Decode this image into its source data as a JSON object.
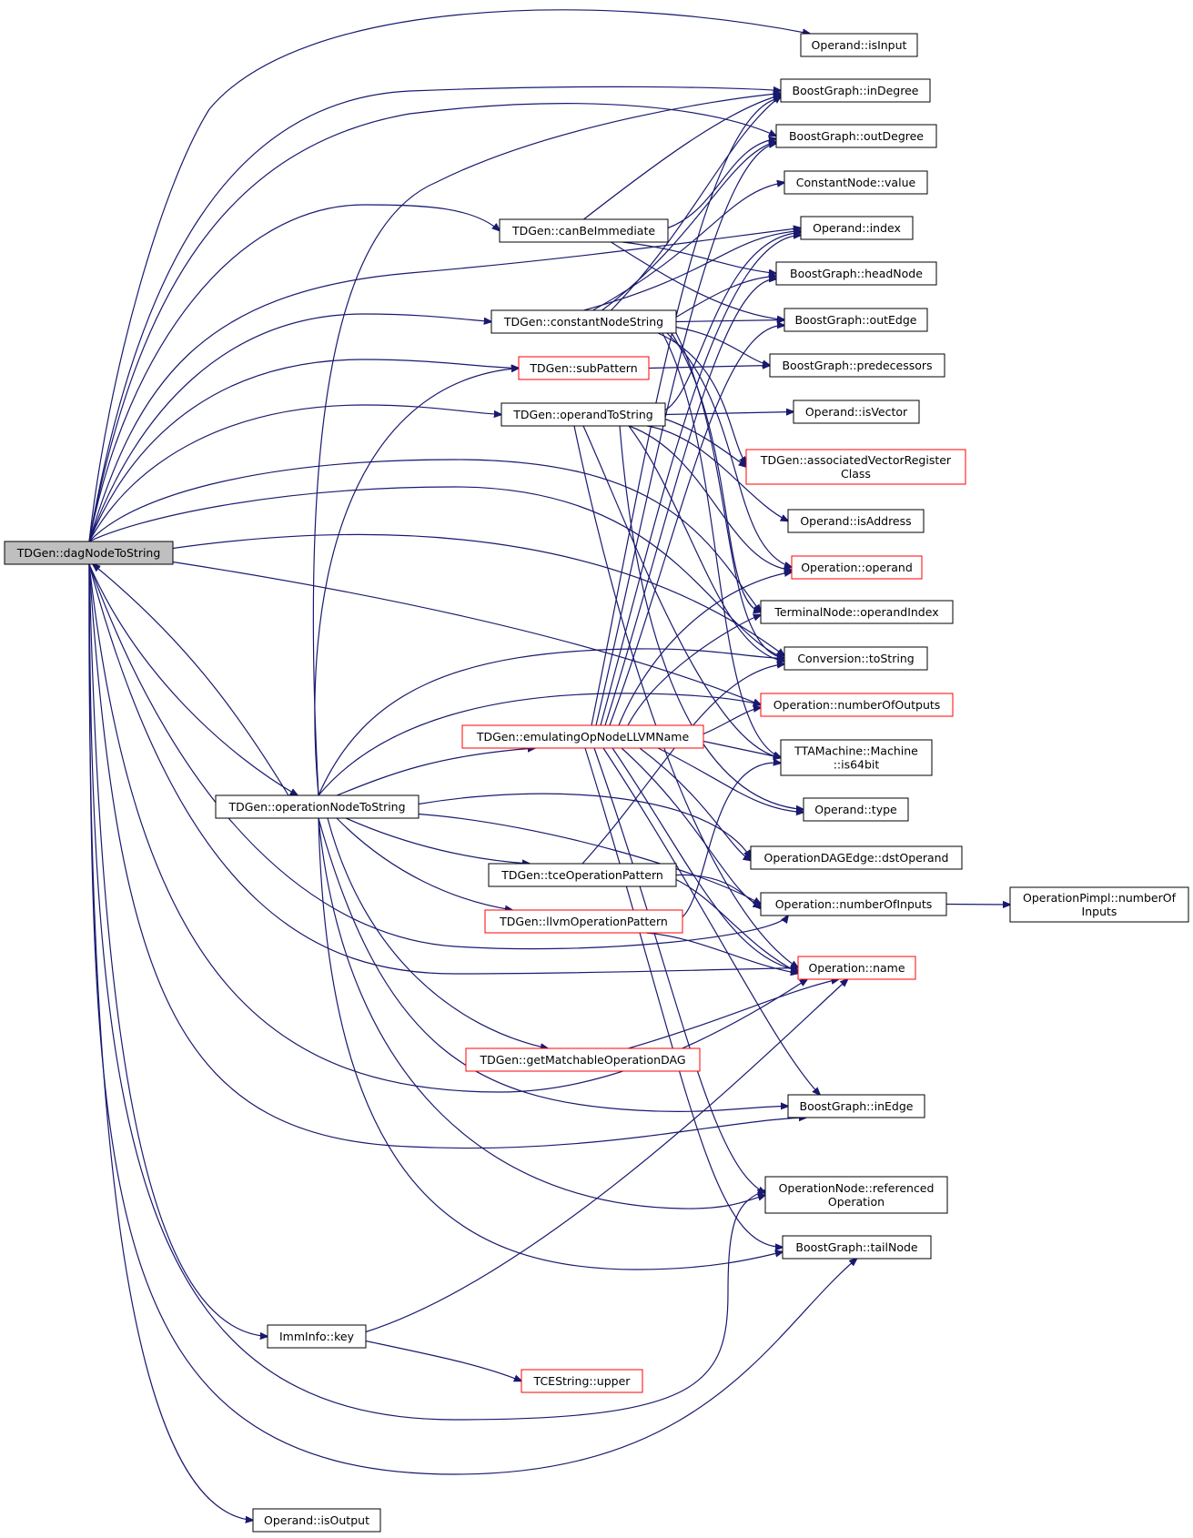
{
  "nodes": [
    {
      "id": "dag",
      "lines": [
        "TDGen::dagNodeToString"
      ],
      "style": "root"
    },
    {
      "id": "isInput",
      "lines": [
        "Operand::isInput"
      ],
      "style": "black"
    },
    {
      "id": "inDegree",
      "lines": [
        "BoostGraph::inDegree"
      ],
      "style": "black"
    },
    {
      "id": "outDegree",
      "lines": [
        "BoostGraph::outDegree"
      ],
      "style": "black"
    },
    {
      "id": "cnValue",
      "lines": [
        "ConstantNode::value"
      ],
      "style": "black"
    },
    {
      "id": "index",
      "lines": [
        "Operand::index"
      ],
      "style": "black"
    },
    {
      "id": "headNode",
      "lines": [
        "BoostGraph::headNode"
      ],
      "style": "black"
    },
    {
      "id": "outEdge",
      "lines": [
        "BoostGraph::outEdge"
      ],
      "style": "black"
    },
    {
      "id": "preds",
      "lines": [
        "BoostGraph::predecessors"
      ],
      "style": "black"
    },
    {
      "id": "isVector",
      "lines": [
        "Operand::isVector"
      ],
      "style": "black"
    },
    {
      "id": "assocVRC",
      "lines": [
        "TDGen::associatedVectorRegister",
        "Class"
      ],
      "style": "red"
    },
    {
      "id": "isAddress",
      "lines": [
        "Operand::isAddress"
      ],
      "style": "black"
    },
    {
      "id": "opOperand",
      "lines": [
        "Operation::operand"
      ],
      "style": "red"
    },
    {
      "id": "tnOpIndex",
      "lines": [
        "TerminalNode::operandIndex"
      ],
      "style": "black"
    },
    {
      "id": "convToStr",
      "lines": [
        "Conversion::toString"
      ],
      "style": "black"
    },
    {
      "id": "numOutputs",
      "lines": [
        "Operation::numberOfOutputs"
      ],
      "style": "red"
    },
    {
      "id": "is64bit",
      "lines": [
        "TTAMachine::Machine",
        "::is64bit"
      ],
      "style": "black"
    },
    {
      "id": "opType",
      "lines": [
        "Operand::type"
      ],
      "style": "black"
    },
    {
      "id": "dstOperand",
      "lines": [
        "OperationDAGEdge::dstOperand"
      ],
      "style": "black"
    },
    {
      "id": "numInputs",
      "lines": [
        "Operation::numberOfInputs"
      ],
      "style": "black"
    },
    {
      "id": "pimplInputs",
      "lines": [
        "OperationPimpl::numberOf",
        "Inputs"
      ],
      "style": "black"
    },
    {
      "id": "opName",
      "lines": [
        "Operation::name"
      ],
      "style": "red"
    },
    {
      "id": "inEdge",
      "lines": [
        "BoostGraph::inEdge"
      ],
      "style": "black"
    },
    {
      "id": "refOp",
      "lines": [
        "OperationNode::referenced",
        "Operation"
      ],
      "style": "black"
    },
    {
      "id": "tailNode",
      "lines": [
        "BoostGraph::tailNode"
      ],
      "style": "black"
    },
    {
      "id": "canBeImm",
      "lines": [
        "TDGen::canBeImmediate"
      ],
      "style": "black"
    },
    {
      "id": "constNS",
      "lines": [
        "TDGen::constantNodeString"
      ],
      "style": "black"
    },
    {
      "id": "subPattern",
      "lines": [
        "TDGen::subPattern"
      ],
      "style": "red"
    },
    {
      "id": "operandTS",
      "lines": [
        "TDGen::operandToString"
      ],
      "style": "black"
    },
    {
      "id": "emulating",
      "lines": [
        "TDGen::emulatingOpNodeLLVMName"
      ],
      "style": "red"
    },
    {
      "id": "opNodeTS",
      "lines": [
        "TDGen::operationNodeToString"
      ],
      "style": "black"
    },
    {
      "id": "tceOpPat",
      "lines": [
        "TDGen::tceOperationPattern"
      ],
      "style": "black"
    },
    {
      "id": "llvmOpPat",
      "lines": [
        "TDGen::llvmOperationPattern"
      ],
      "style": "red"
    },
    {
      "id": "getMatch",
      "lines": [
        "TDGen::getMatchableOperationDAG"
      ],
      "style": "red"
    },
    {
      "id": "immKey",
      "lines": [
        "ImmInfo::key"
      ],
      "style": "black"
    },
    {
      "id": "tceUpper",
      "lines": [
        "TCEString::upper"
      ],
      "style": "red"
    },
    {
      "id": "isOutput",
      "lines": [
        "Operand::isOutput"
      ],
      "style": "black"
    }
  ]
}
